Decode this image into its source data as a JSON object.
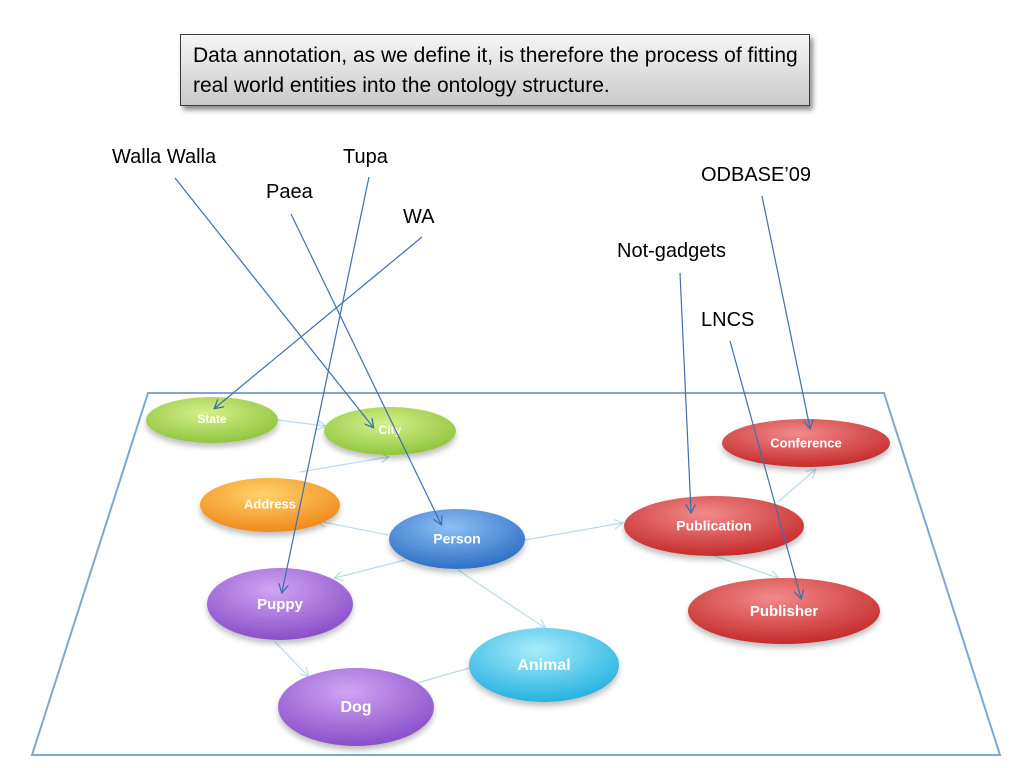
{
  "caption": "Data annotation, as we define it, is therefore the process of fitting real world entities into the ontology structure.",
  "instances": {
    "walla_walla": "Walla Walla",
    "tupa": "Tupa",
    "paea": "Paea",
    "wa": "WA",
    "odbase": "ODBASE’09",
    "not_gadgets": "Not-gadgets",
    "lncs": "LNCS"
  },
  "concepts": {
    "state": "State",
    "city": "City",
    "address": "Address",
    "person": "Person",
    "puppy": "Puppy",
    "dog": "Dog",
    "animal": "Animal",
    "publication": "Publication",
    "conference": "Conference",
    "publisher": "Publisher"
  },
  "colors": {
    "green": "#a8d64a",
    "orange": "#f7a833",
    "blue": "#4a8ad8",
    "purple": "#a36bd6",
    "cyan": "#4ac6e6",
    "red": "#d94040",
    "plane_border": "#7fa7cf",
    "arrow": "#3d6fb0"
  }
}
